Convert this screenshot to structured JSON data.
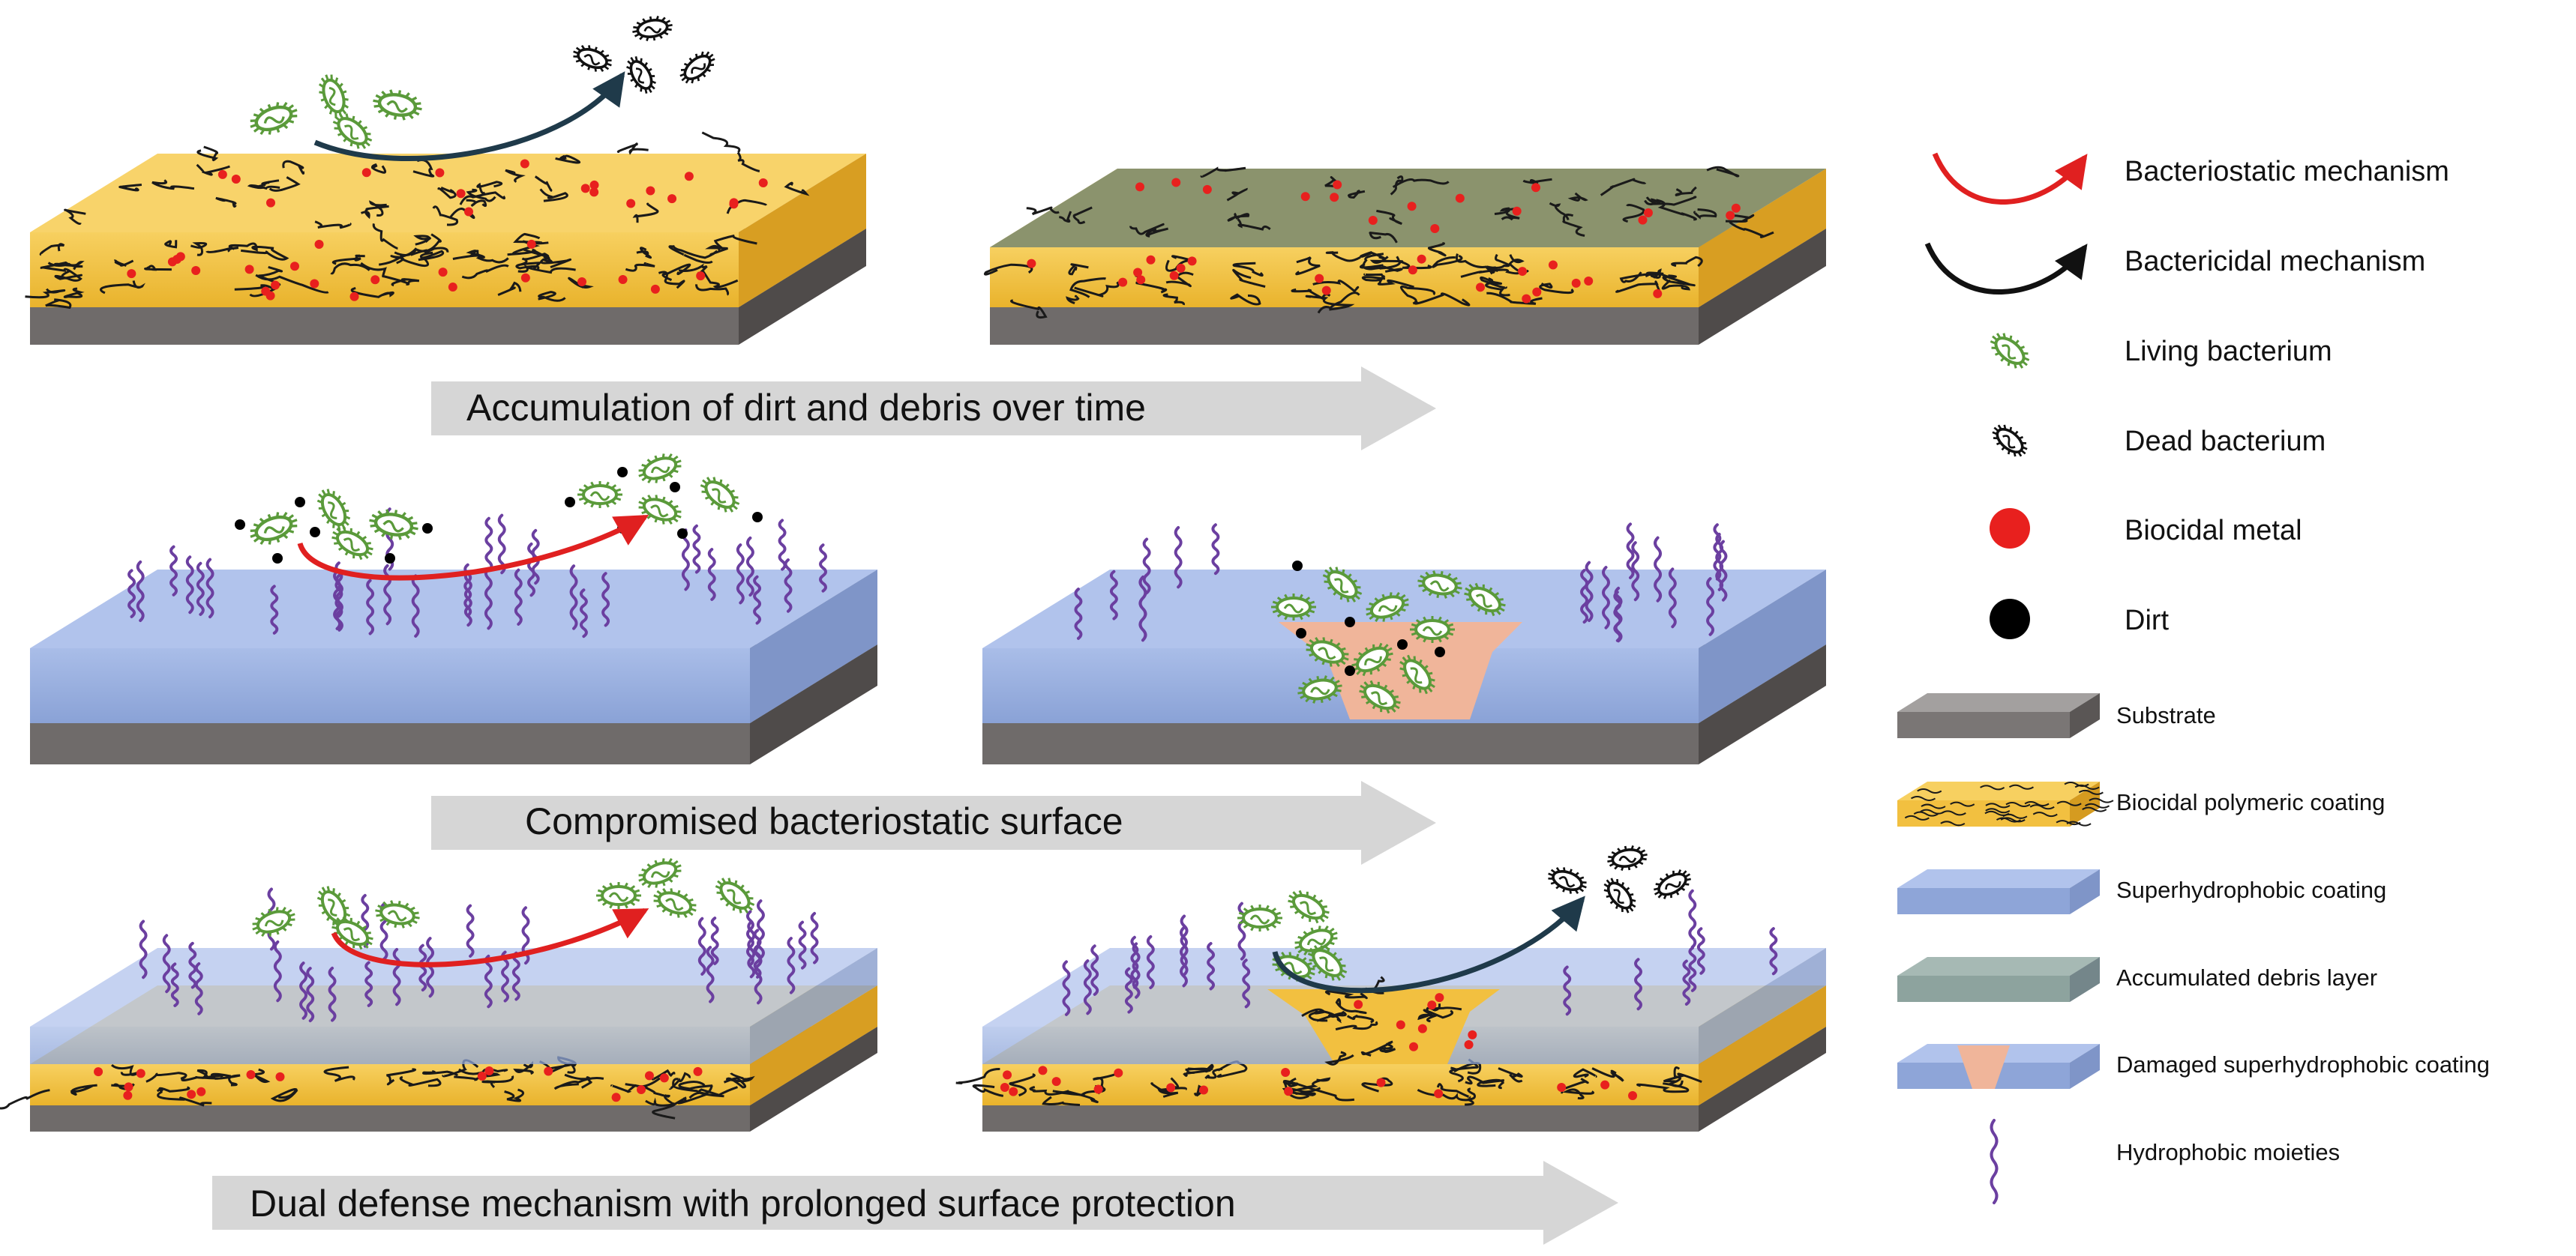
{
  "arrows": {
    "row1": "Accumulation of dirt and debris over time",
    "row2": "Compromised bacteriostatic surface",
    "row3": "Dual defense mechanism with prolonged surface protection"
  },
  "legend": {
    "bacteriostatic": "Bacteriostatic mechanism",
    "bactericidal": "Bactericidal mechanism",
    "living": "Living bacterium",
    "dead": "Dead bacterium",
    "metal": "Biocidal metal",
    "dirt": "Dirt",
    "substrate": "Substrate",
    "polymeric": "Biocidal polymeric coating",
    "superhydrophobic": "Superhydrophobic coating",
    "debris": "Accumulated debris layer",
    "damaged": "Damaged superhydrophobic coating",
    "moieties": "Hydrophobic moieties"
  },
  "colors": {
    "substrate": "#6f6b6a",
    "polymer": "#f2c040",
    "coating": "#9fb4e0",
    "debris": "#7f8f7a",
    "bacterium": "#5a9a3a",
    "metal": "#e8201e",
    "moiety": "#6b3fa0",
    "bacteriostatic_arrow": "#e02020",
    "bactericidal_arrow": "#1f3a4a",
    "damage": "#f0b59a"
  }
}
